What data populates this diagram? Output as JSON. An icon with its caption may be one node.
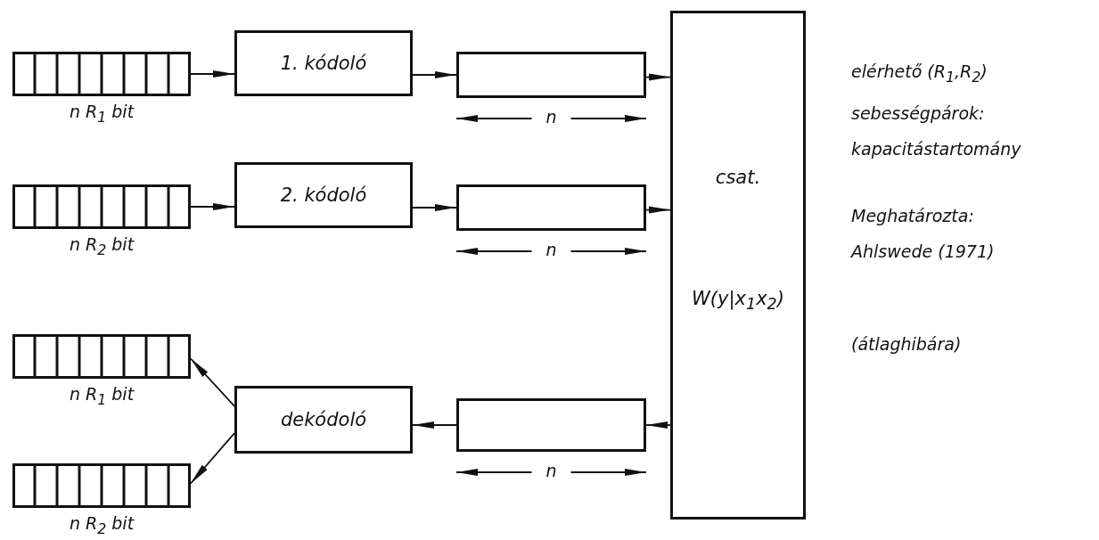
{
  "diagram": {
    "nodes": [
      {
        "text": [],
        "shape": "box",
        "beside": [
          "n R$_{1}$ bit"
        ]
      },
      {
        "text": [
          "1. kódoló"
        ]
      },
      {
        "text": [],
        "shape": "box",
        "beside": [
          "n"
        ]
      },
      {
        "text": [],
        "shape": "box",
        "beside": [
          "n R$_{2}$ bit"
        ]
      },
      {
        "text": [
          "2. kódoló"
        ]
      },
      {
        "text": [],
        "shape": "box",
        "beside": [
          "n"
        ]
      },
      {
        "text": [
          "csat.",
          "W(y|x$_{1}$x$_{2}$)"
        ]
      },
      {
        "text": [],
        "shape": "box",
        "beside": [
          "n"
        ]
      },
      {
        "text": [
          "dekódoló"
        ]
      },
      {
        "text": [],
        "shape": "box",
        "beside": [
          "n R$_{1}$ bit"
        ]
      },
      {
        "text": [],
        "shape": "box",
        "beside": [
          "n R$_{2}$ bit"
        ]
      }
    ],
    "edges": [
      {
        "from": 0,
        "to": 1,
        "arrow": "to"
      },
      {
        "from": 1,
        "to": 2,
        "arrow": "to"
      },
      {
        "from": 2,
        "to": 6,
        "arrow": "to"
      },
      {
        "from": 3,
        "to": 4,
        "arrow": "to"
      },
      {
        "from": 4,
        "to": 5,
        "arrow": "to"
      },
      {
        "from": 5,
        "to": 6,
        "arrow": "to"
      },
      {
        "from": 6,
        "to": 7,
        "arrow": "to"
      },
      {
        "from": 7,
        "to": 8,
        "arrow": "to"
      },
      {
        "from": 8,
        "to": 9,
        "arrow": "to"
      },
      {
        "from": 8,
        "to": 10,
        "arrow": "to"
      }
    ],
    "labels": [
      "elérhető (R$_{1}$,R$_{2}$) sebességpárok: kapacitástartomány",
      "Meghatározta: Ahlswede (1971)",
      "(átlaghibára)"
    ]
  }
}
